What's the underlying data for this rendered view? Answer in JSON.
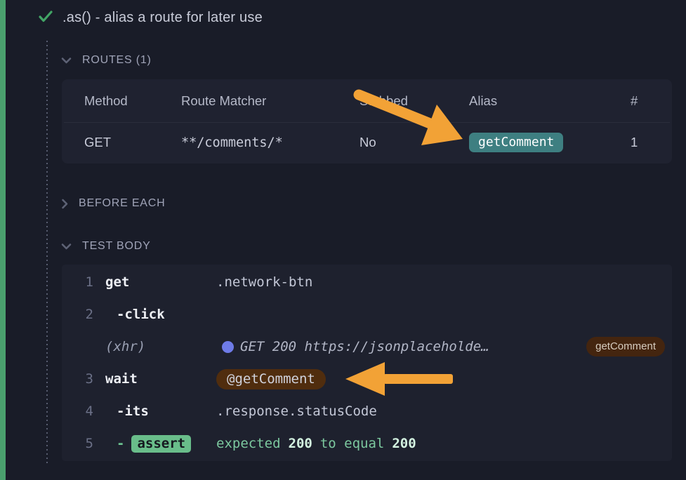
{
  "test": {
    "title": ".as() - alias a route for later use",
    "status": "passed",
    "status_icon": "checkmark-icon"
  },
  "sections": {
    "routes": {
      "label": "ROUTES (1)",
      "state": "expanded",
      "chevron_icon": "chevron-down-icon"
    },
    "before_each": {
      "label": "BEFORE EACH",
      "state": "collapsed",
      "chevron_icon": "chevron-right-icon"
    },
    "test_body": {
      "label": "TEST BODY",
      "state": "expanded",
      "chevron_icon": "chevron-down-icon"
    }
  },
  "routes_table": {
    "headers": {
      "method": "Method",
      "matcher": "Route Matcher",
      "stubbed": "Stubbed",
      "alias": "Alias",
      "count": "#"
    },
    "row": {
      "method": "GET",
      "matcher": "**/comments/*",
      "stubbed": "No",
      "alias": "getComment",
      "count": "1"
    }
  },
  "command_log": {
    "lines": [
      {
        "id": "get",
        "num": "1",
        "name": "get",
        "message": ".network-btn"
      },
      {
        "id": "click",
        "num": "2",
        "dash": "-",
        "name": "click"
      },
      {
        "id": "xhr",
        "name": "(xhr)",
        "indicator_icon": "xhr-dot-icon",
        "message": "GET 200 https://jsonplaceholde…",
        "badge": "getComment"
      },
      {
        "id": "wait",
        "num": "3",
        "name": "wait",
        "badge": "@getComment"
      },
      {
        "id": "its",
        "num": "4",
        "dash": "-",
        "name": "its",
        "message": ".response.statusCode"
      },
      {
        "id": "assert",
        "num": "5",
        "dash": "-",
        "name": "assert",
        "message_parts": {
          "expected_label": "expected",
          "actual": "200",
          "joiner": "to equal",
          "expected_value": "200"
        }
      }
    ]
  },
  "colors": {
    "pass_green": "#4aa06e",
    "check_green": "#42a566",
    "alias_teal": "#3e7f81",
    "wait_badge_brown": "#502d0e",
    "route_badge_brown": "#44250f",
    "xhr_dot_blue": "#6e7be7",
    "assert_green": "#69bd8a",
    "arrow_orange": "#f2a236",
    "panel_bg": "#1f2230",
    "page_bg": "#191c28"
  }
}
